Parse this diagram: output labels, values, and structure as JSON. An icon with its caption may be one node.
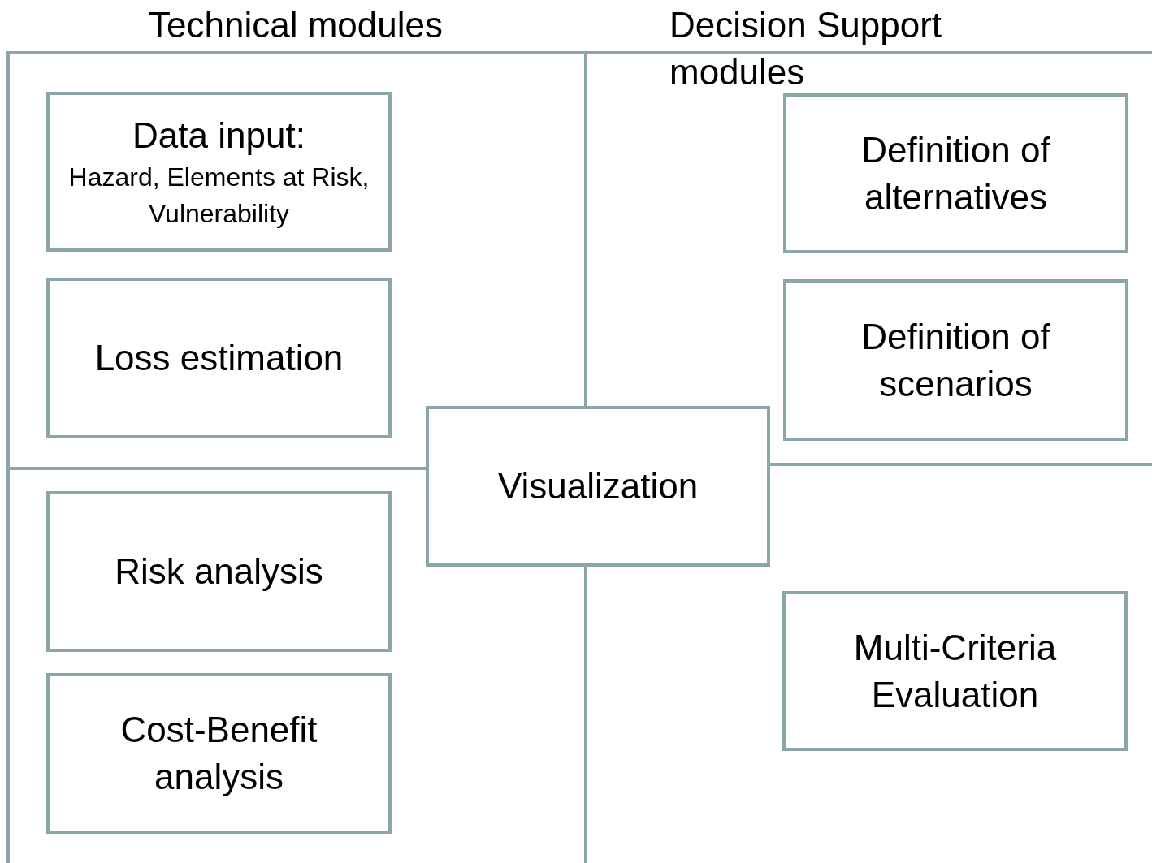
{
  "diagram": {
    "nodes": [
      {
        "text": [
          "Data input:",
          "Hazard, Elements at Risk, Vulnerability"
        ]
      },
      {
        "text": [
          "Loss estimation"
        ]
      },
      {
        "text": [
          "Risk analysis"
        ]
      },
      {
        "text": [
          "Cost-Benefit analysis"
        ]
      },
      {
        "text": [
          "Visualization"
        ]
      },
      {
        "text": [
          "Definition of alternatives"
        ]
      },
      {
        "text": [
          "Definition of scenarios"
        ]
      },
      {
        "text": [
          "Multi-Criteria Evaluation"
        ]
      }
    ],
    "edges": [],
    "labels": [
      "Technical modules",
      "Decision Support modules"
    ]
  }
}
